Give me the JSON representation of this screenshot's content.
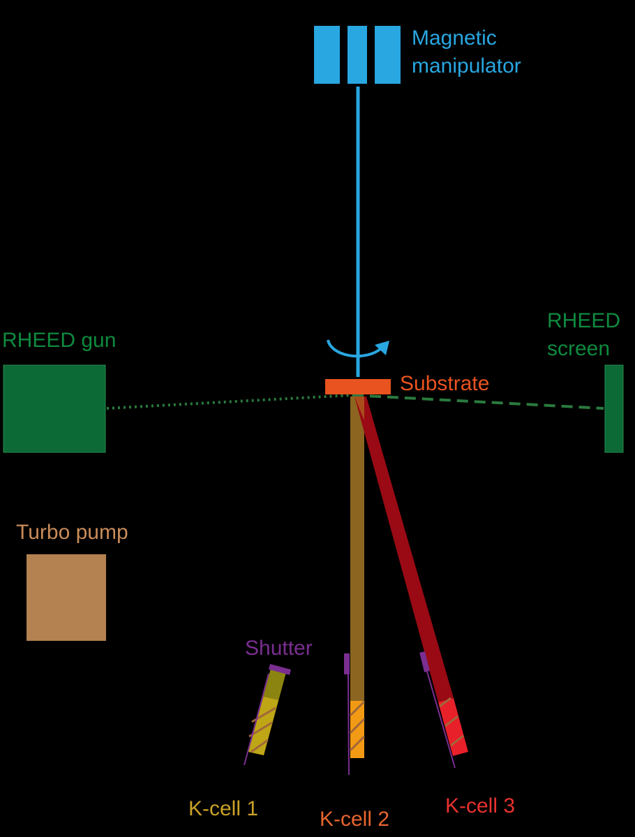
{
  "labels": {
    "manipulator_line1": "Magnetic",
    "manipulator_line2": "manipulator",
    "rheed_gun": "RHEED gun",
    "rheed_screen_line1": "RHEED",
    "rheed_screen_line2": "screen",
    "substrate": "Substrate",
    "turbo_pump": "Turbo pump",
    "shutter": "Shutter",
    "kcell1": "K-cell 1",
    "kcell2": "K-cell 2",
    "kcell3": "K-cell 3"
  },
  "colors": {
    "background": "#000000",
    "manipulator": "#29A7E1",
    "rheed": "#0B6A36",
    "rheed_beam": "#2A7A3E",
    "substrate": "#E9531F",
    "turbo_pump": "#B38250",
    "turbo_label": "#C98C5A",
    "shutter": "#7A2E90",
    "kcell1_body": "#BFA616",
    "kcell1_top": "#8B8410",
    "kcell1_label": "#C9A227",
    "kcell2_body": "#F39A14",
    "kcell2_beam": "#8C6520",
    "kcell2_label": "#E8652F",
    "kcell3_body": "#E8202A",
    "kcell3_beam": "#990A14",
    "kcell3_label": "#E8322F",
    "heater_coil": "#A0683A"
  }
}
